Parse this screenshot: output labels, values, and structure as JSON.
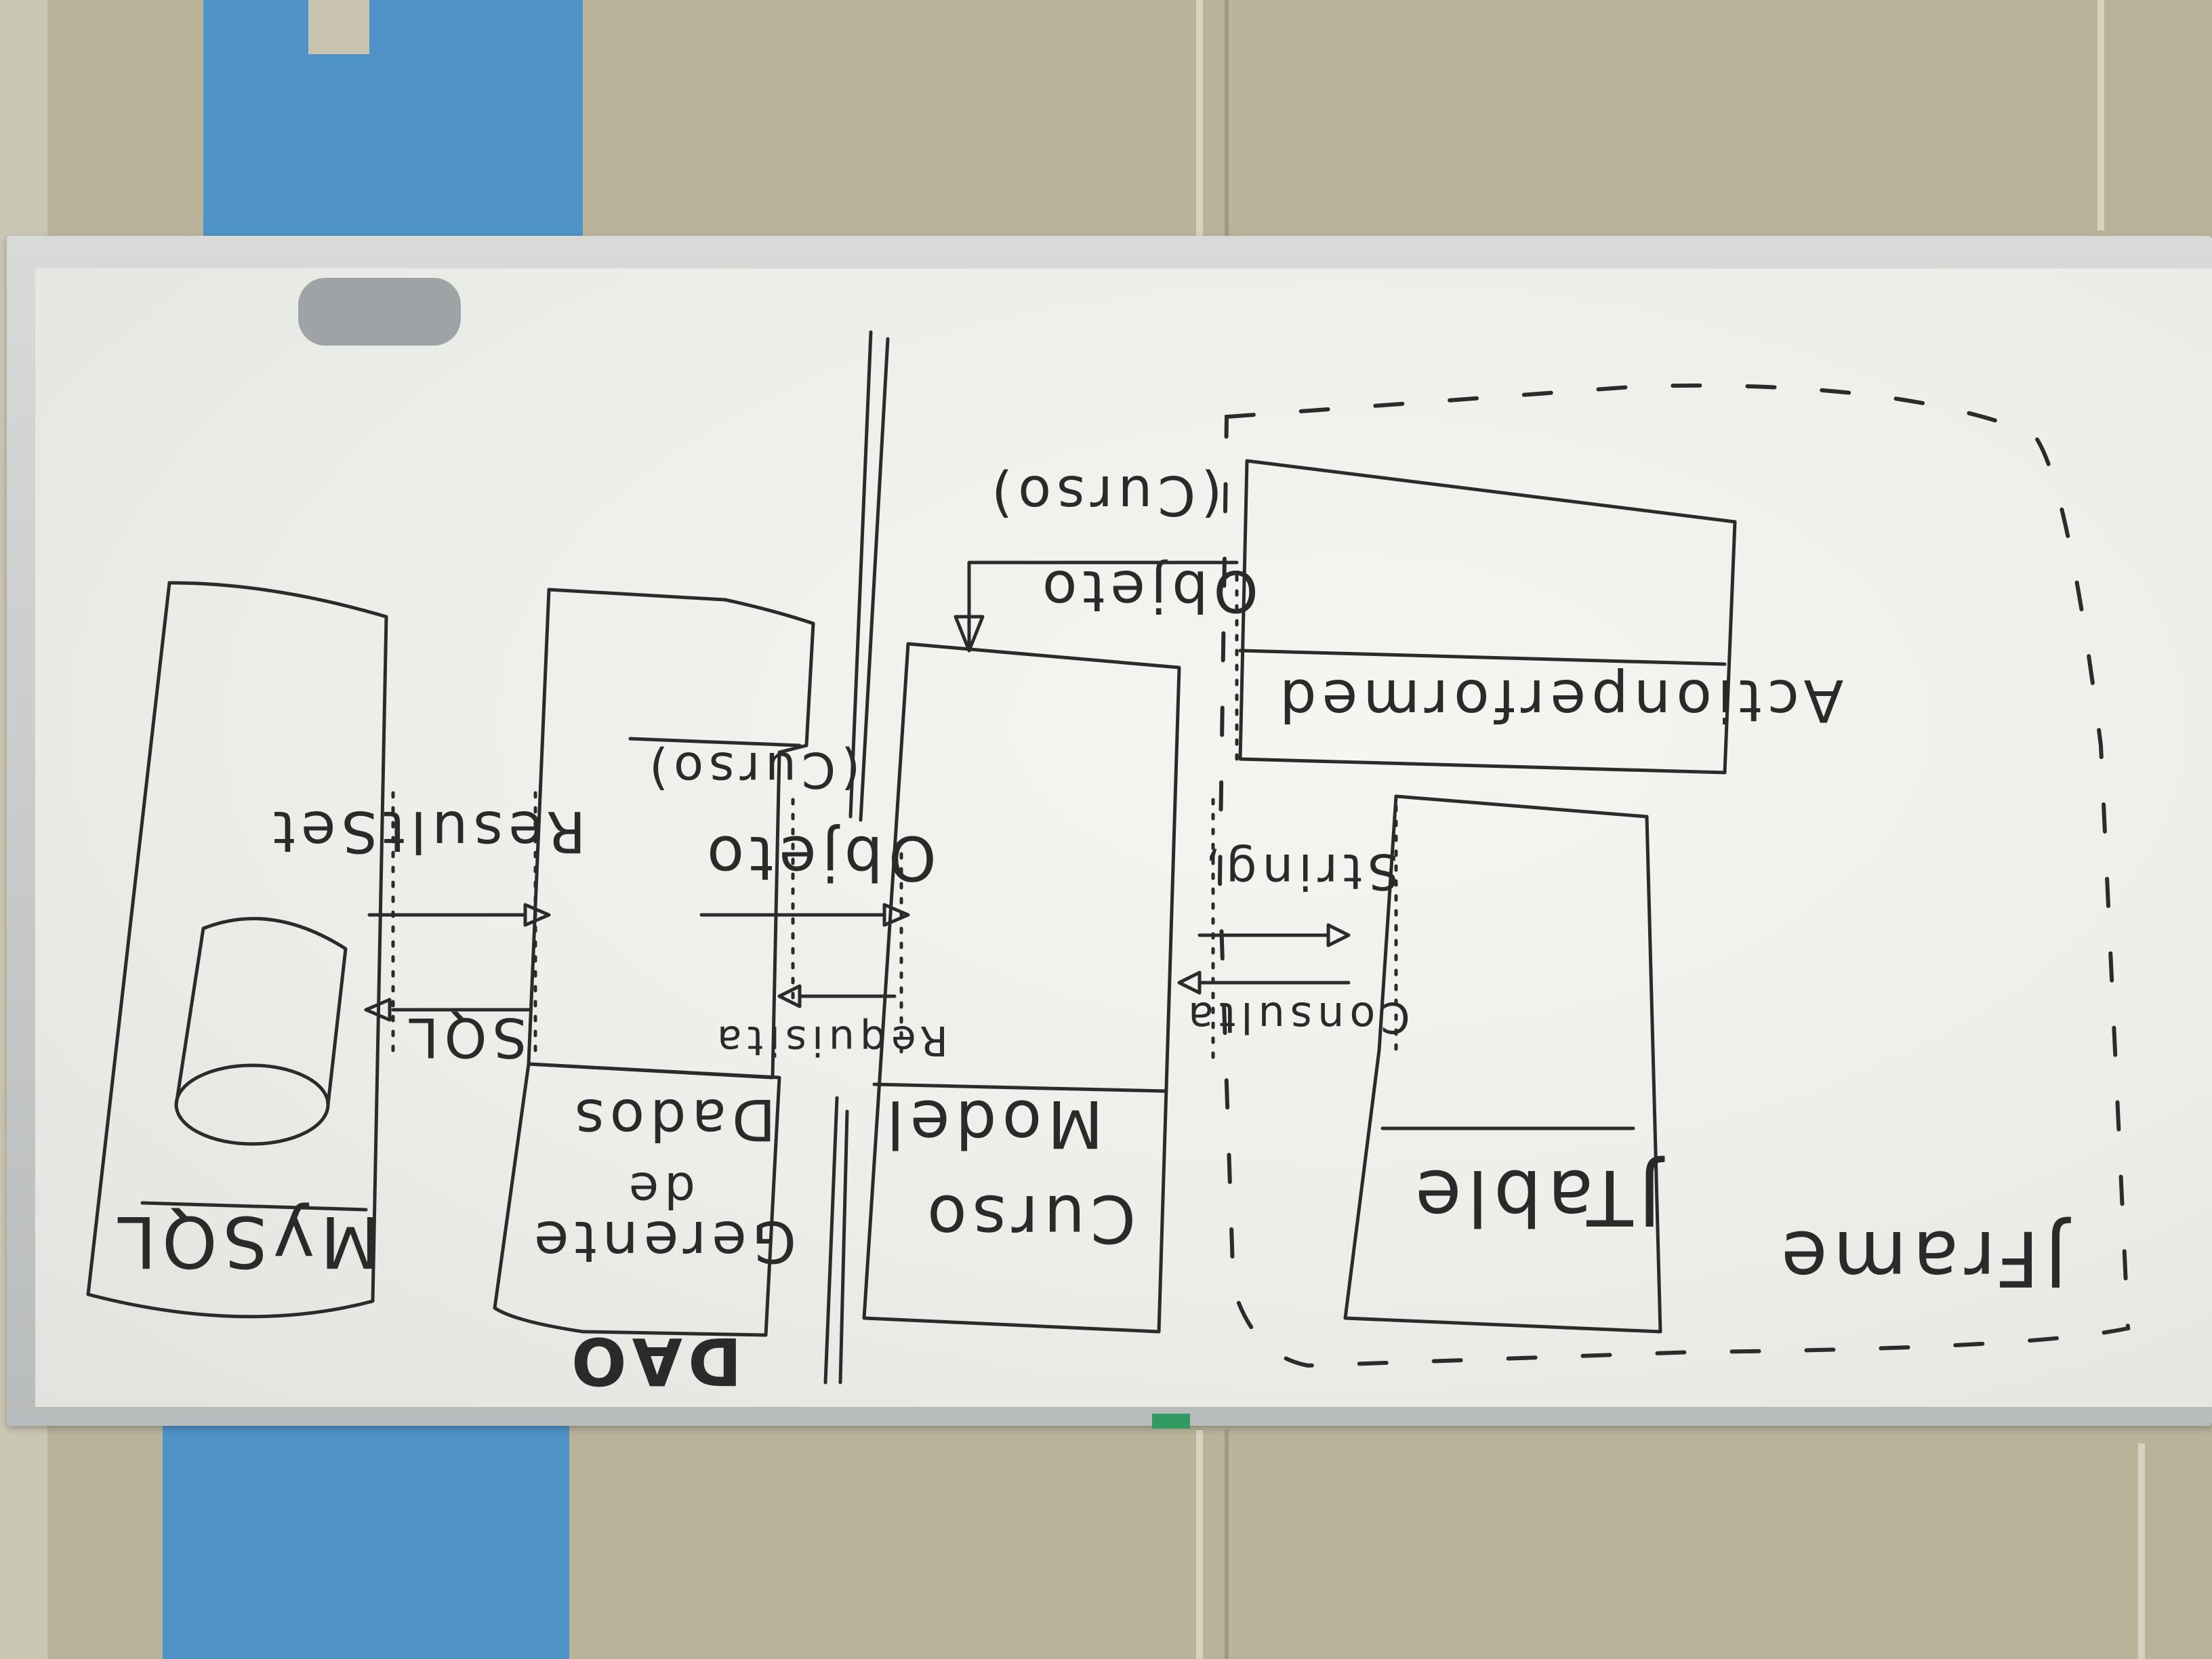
{
  "whiteboard": {
    "labels": {
      "mysql": "MySQL",
      "resultset": "ResultSet",
      "sql": "SQL",
      "gerente": "Gerente",
      "de": "de",
      "dados": "Dados",
      "dao": "DAO",
      "objeto_1": "Objeto",
      "curso_1": "(Curso)",
      "requisita": "Requisita",
      "curso_model_1": "Curso",
      "curso_model_2": "Model",
      "objeto_2": "Objeto",
      "curso_2": "(Curso)",
      "string": "String,",
      "consulta": "Consulta",
      "action_performed": "Actionperformed",
      "jtable": "JTable",
      "jframe": "JFrame"
    }
  },
  "colors": {
    "ink": "#2b2b2b",
    "board": "#eeefeb",
    "wall": "#b7b29a",
    "blue_panel": "#4f93c6"
  }
}
